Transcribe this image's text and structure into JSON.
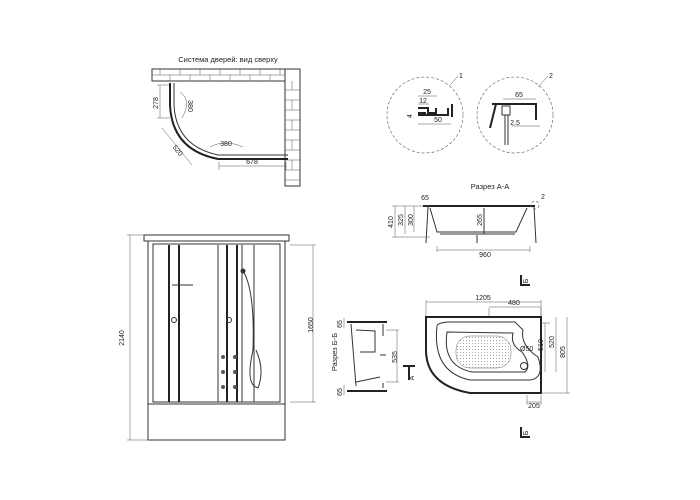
{
  "top_view": {
    "title": "Система дверей: вид сверху",
    "dims": {
      "side": "278",
      "door_arc_left": "380",
      "arc": "520",
      "door_arc_bottom": "380",
      "width": "678"
    }
  },
  "detail_1": {
    "marker": "1",
    "dims": {
      "a": "25",
      "b": "12",
      "c": "4",
      "d": "50"
    }
  },
  "detail_2": {
    "marker": "2",
    "dims": {
      "a": "65",
      "b": "2.5"
    }
  },
  "section_a": {
    "title": "Разрез А-А",
    "marker": "2",
    "dims": {
      "rim": "65",
      "total_h": "410",
      "h1": "325",
      "h2": "300",
      "depth": "265",
      "length": "960"
    }
  },
  "front_view": {
    "dims": {
      "height": "2140",
      "glass": "1650"
    }
  },
  "section_b": {
    "title": "Разрез Б-Б",
    "dims": {
      "top": "65",
      "mid": "535",
      "bottom": "65"
    }
  },
  "plan_view": {
    "dims": {
      "length": "1205",
      "inner": "480",
      "h510": "510",
      "h520": "520",
      "h805": "805",
      "drain": "Ø50",
      "offset": "205"
    },
    "section_markers": {
      "b_top": "Б",
      "b_bottom": "Б",
      "a": "А"
    }
  }
}
